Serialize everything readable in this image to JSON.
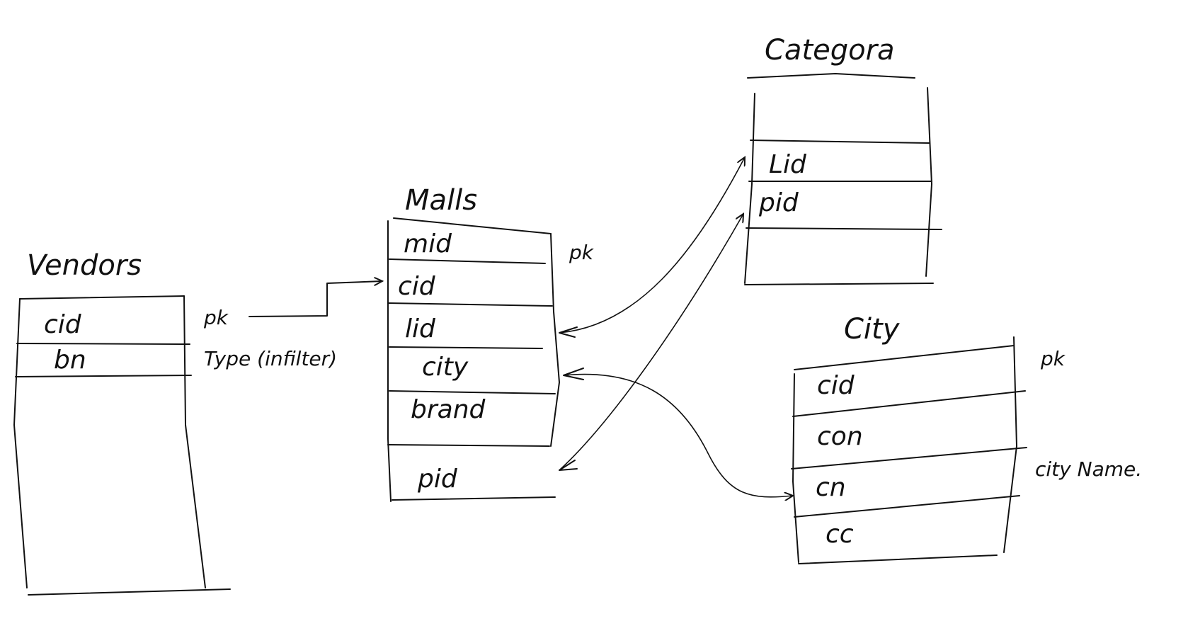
{
  "tables": {
    "vendors": {
      "title": "Vendors",
      "fields": [
        "cid",
        "bn"
      ]
    },
    "malls": {
      "title": "Malls",
      "fields": [
        "mid",
        "cid",
        "lid",
        "city",
        "brand",
        "pid"
      ]
    },
    "categora": {
      "title": "Categora",
      "fields": [
        "Lid",
        "pid"
      ]
    },
    "city": {
      "title": "City",
      "fields": [
        "cid",
        "con",
        "cn",
        "cc"
      ]
    }
  },
  "annotations": {
    "vendors_pk": "pk",
    "vendors_type": "Type (infilter)",
    "malls_pk": "pk",
    "city_pk": "pk",
    "city_name": "city Name."
  },
  "colors": {
    "ink": "#111111",
    "paper": "#ffffff"
  }
}
